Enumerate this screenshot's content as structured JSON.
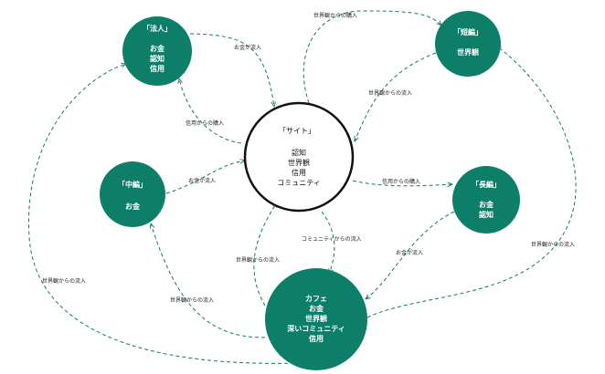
{
  "colors": {
    "node_fill": "#0d7f68",
    "edge": "#127a66",
    "site_stroke": "#111111"
  },
  "nodes": {
    "hojin": {
      "lines": [
        "「法人」",
        "",
        "お金",
        "認知",
        "信用"
      ]
    },
    "tanpen": {
      "lines": [
        "「短編」",
        "",
        "世界観"
      ]
    },
    "site": {
      "lines": [
        "「サイト」",
        "",
        "認知",
        "世界観",
        "信用",
        "コミュニティ"
      ]
    },
    "chuhen": {
      "lines": [
        "「中編」",
        "",
        "お金"
      ]
    },
    "chohen": {
      "lines": [
        "「長編」",
        "",
        "お金",
        "認知"
      ]
    },
    "cafe": {
      "lines": [
        "カフェ",
        "お金",
        "世界観",
        "深いコミュニティ",
        "信用"
      ]
    }
  },
  "edges": {
    "hojin_to_site": "お金が流入",
    "site_to_hojin": "信用からの購入",
    "site_to_tanpen": "世界観からの購入",
    "tanpen_to_site": "世界観からの流入",
    "chuhen_to_site": "お金が流入",
    "site_to_chohen": "信用からの購入",
    "site_to_cafe": "コミュニティからの流入",
    "cafe_to_site": "世界観からの流入",
    "chohen_to_cafe": "お金が流入",
    "cafe_to_chuhen": "世界観からの流入",
    "cafe_to_hojin": "世界観からの流入",
    "cafe_to_tanpen": "世界観からの流入"
  }
}
